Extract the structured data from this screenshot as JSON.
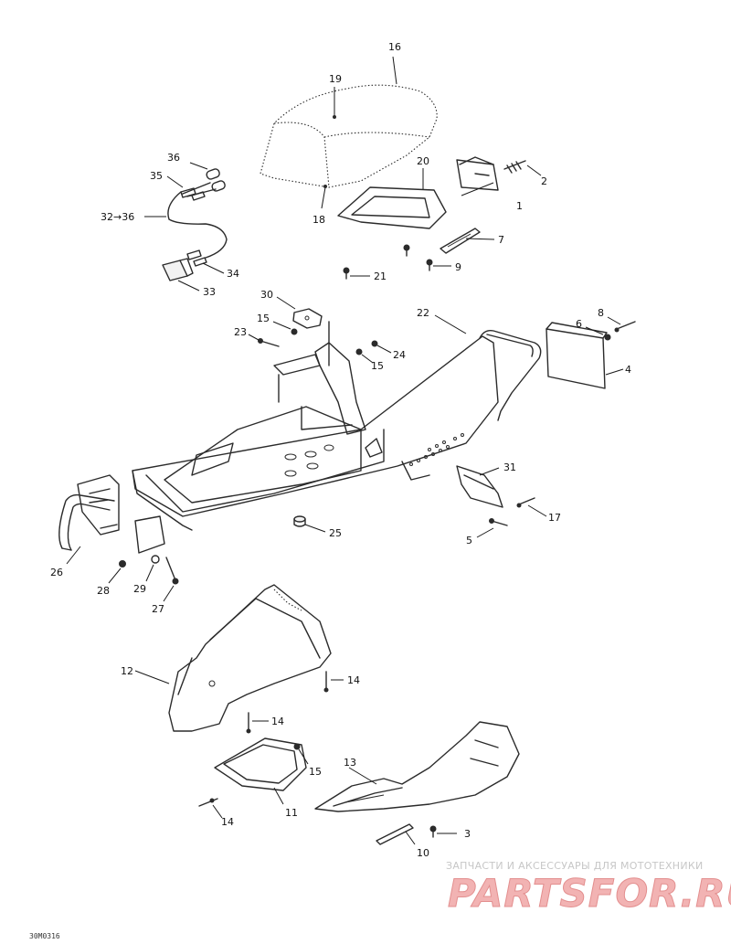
{
  "callouts": {
    "c16": "16",
    "c19": "19",
    "c20": "20",
    "c2": "2",
    "c1": "1",
    "c7": "7",
    "c9": "9",
    "c18": "18",
    "c21": "21",
    "c36": "36",
    "c35": "35",
    "c32_36": "32→36",
    "c34": "34",
    "c33": "33",
    "c30": "30",
    "c15a": "15",
    "c23": "23",
    "c24": "24",
    "c15b": "15",
    "c22": "22",
    "c8": "8",
    "c6": "6",
    "c4": "4",
    "c31": "31",
    "c17": "17",
    "c5": "5",
    "c25": "25",
    "c26": "26",
    "c28": "28",
    "c29": "29",
    "c27": "27",
    "c12": "12",
    "c14a": "14",
    "c14b": "14",
    "c15c": "15",
    "c11": "11",
    "c14c": "14",
    "c13": "13",
    "c3": "3",
    "c10": "10"
  },
  "watermark": {
    "top_line": "ЗАПЧАСТИ И АКСЕССУАРЫ ДЛЯ МОТОТЕХНИКИ",
    "logo": "PARTSFOR.RU"
  },
  "drawing_code": "30M0316",
  "colors": {
    "line": "#2b2b2b",
    "watermark_red": "#f2b3b3",
    "watermark_grey": "#c7c7c7"
  }
}
